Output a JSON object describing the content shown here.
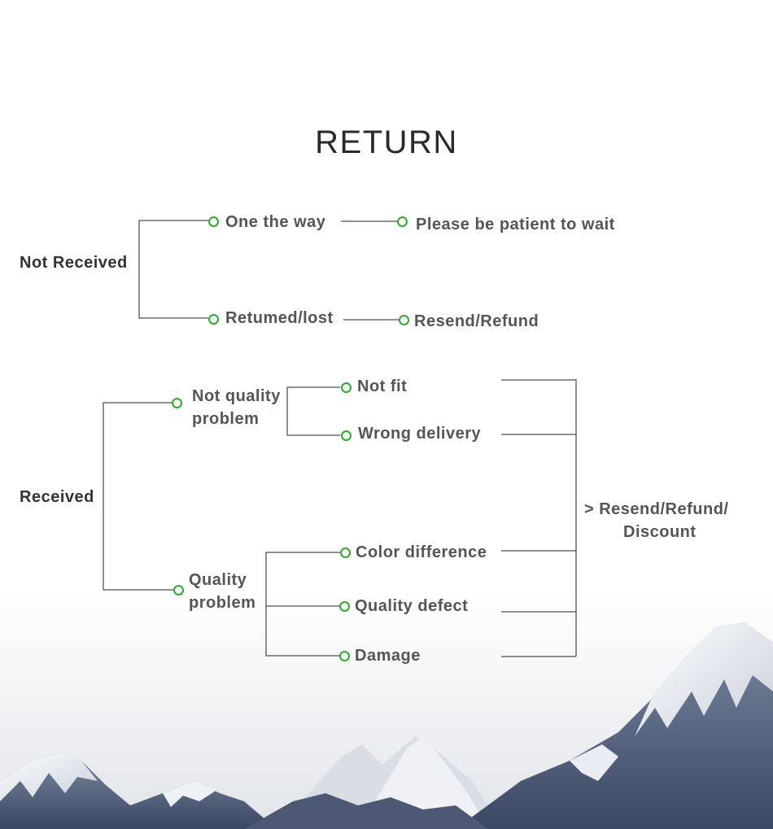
{
  "title": "RETURN",
  "not_received": {
    "label": "Not Received",
    "branches": [
      {
        "label": "One the way",
        "result": "Please be patient to wait"
      },
      {
        "label": "Retumed/lost",
        "result": "Resend/Refund"
      }
    ]
  },
  "received": {
    "label": "Received",
    "not_quality": {
      "label_line1": "Not quality",
      "label_line2": "problem",
      "items": [
        "Not fit",
        "Wrong delivery"
      ]
    },
    "quality": {
      "label_line1": "Quality",
      "label_line2": "problem",
      "items": [
        "Color difference",
        "Quality defect",
        "Damage"
      ]
    },
    "outcome_line1": "> Resend/Refund/",
    "outcome_line2": "Discount"
  },
  "colors": {
    "node_ring": "#2eaa2e",
    "connector": "#222222",
    "text": "#555555"
  }
}
